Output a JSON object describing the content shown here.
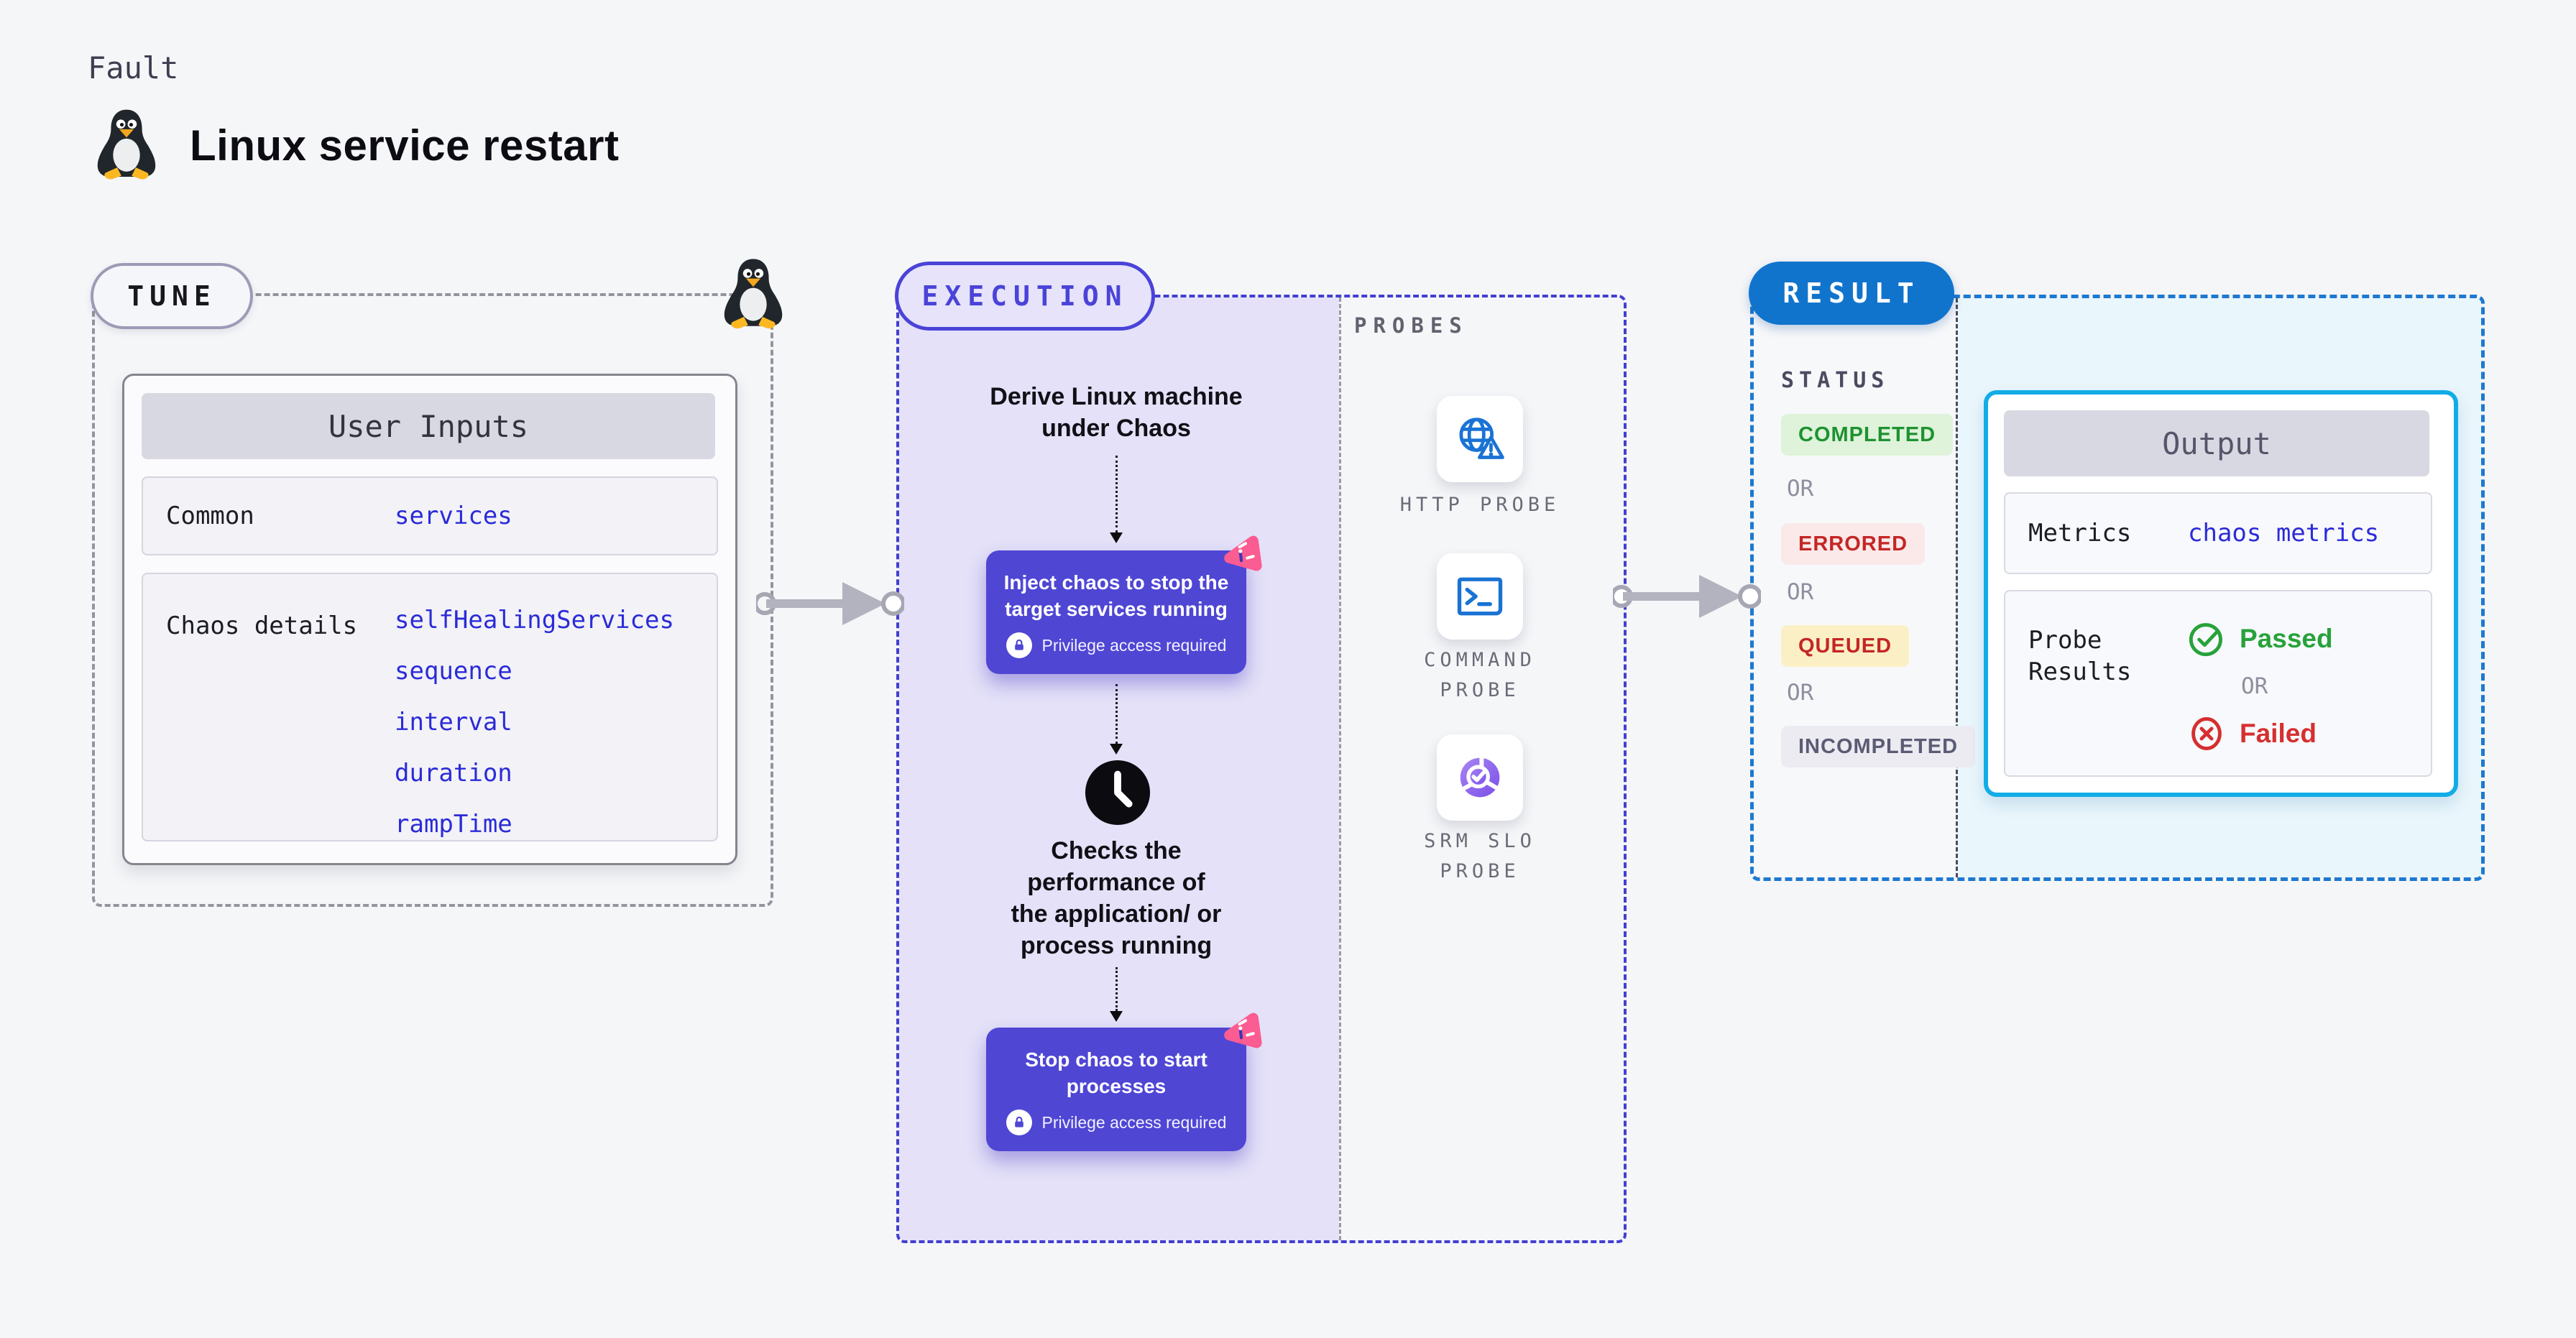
{
  "page": {
    "kicker": "Fault",
    "title": "Linux service restart",
    "background_color": "#f5f6f8"
  },
  "tune": {
    "badge": "TUNE",
    "icon": "tux-penguin-icon",
    "inputs_table": {
      "header": "User Inputs",
      "rows": [
        {
          "label": "Common",
          "values": [
            "services"
          ]
        },
        {
          "label": "Chaos details",
          "values": [
            "selfHealingServices",
            "sequence",
            "interval",
            "duration",
            "rampTime"
          ]
        }
      ],
      "value_color": "#2b2bd8"
    }
  },
  "execution": {
    "badge": "EXECUTION",
    "accent_color": "#4f46d4",
    "derive_step": "Derive Linux machine\nunder Chaos",
    "inject_card": {
      "title": "Inject chaos to stop the\ntarget services running",
      "note": "Privilege access required",
      "corner_icon": "chaos-logo-icon",
      "note_icon": "lock-icon"
    },
    "check_step": "Checks the\nperformance of\nthe application/ or\nprocess running",
    "check_icon": "clock-icon",
    "stop_card": {
      "title": "Stop chaos to start\nprocesses",
      "note": "Privilege access required",
      "corner_icon": "chaos-logo-icon",
      "note_icon": "lock-icon"
    }
  },
  "probes": {
    "label": "PROBES",
    "items": [
      {
        "name": "HTTP PROBE",
        "icon": "globe-alert-icon"
      },
      {
        "name": "COMMAND\nPROBE",
        "icon": "terminal-icon"
      },
      {
        "name": "SRM SLO\nPROBE",
        "icon": "slo-pie-check-icon"
      }
    ]
  },
  "result": {
    "badge": "RESULT",
    "badge_color": "#1174cc",
    "status_label": "STATUS",
    "or": "OR",
    "statuses": [
      {
        "label": "COMPLETED",
        "color": "#1e9230",
        "bg": "#def3da"
      },
      {
        "label": "ERRORED",
        "color": "#c42626",
        "bg": "#fbe9e9"
      },
      {
        "label": "QUEUED",
        "color": "#c42626",
        "bg": "#fbf0c5"
      },
      {
        "label": "INCOMPLETED",
        "color": "#5b5b74",
        "bg": "#ebebf1"
      }
    ],
    "output": {
      "border_color": "#12ace6",
      "header": "Output",
      "metrics_label": "Metrics",
      "metrics_value": "chaos metrics",
      "probe_results_label": "Probe\nResults",
      "passed": "Passed",
      "passed_icon": "check-circle-icon",
      "or": "OR",
      "failed": "Failed",
      "failed_icon": "x-circle-icon"
    }
  }
}
